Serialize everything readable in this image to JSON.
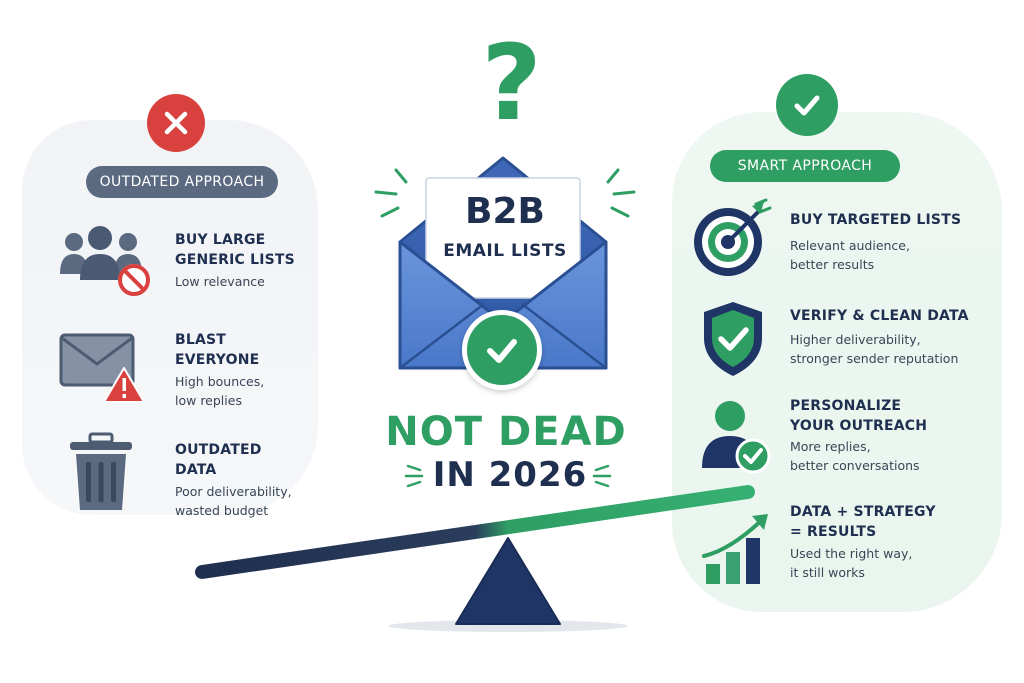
{
  "center": {
    "question_mark": "?",
    "letter_title": "B2B",
    "letter_subtitle": "EMAIL LISTS",
    "headline_line1": "NOT DEAD",
    "headline_line2": "IN 2026"
  },
  "left": {
    "badge": "OUTDATED APPROACH",
    "items": [
      {
        "title": "BUY LARGE\nGENERIC LISTS",
        "desc": "Low relevance",
        "icon": "people-banned-icon"
      },
      {
        "title": "BLAST\nEVERYONE",
        "desc": "High bounces,\nlow replies",
        "icon": "envelope-warning-icon"
      },
      {
        "title": "OUTDATED\nDATA",
        "desc": "Poor deliverability,\nwasted budget",
        "icon": "trash-can-icon"
      }
    ]
  },
  "right": {
    "badge": "SMART APPROACH",
    "items": [
      {
        "title": "BUY TARGETED LISTS",
        "desc": "Relevant audience,\nbetter results",
        "icon": "target-icon"
      },
      {
        "title": "VERIFY & CLEAN DATA",
        "desc": "Higher deliverability,\nstronger sender reputation",
        "icon": "shield-check-icon"
      },
      {
        "title": "PERSONALIZE\nYOUR OUTREACH",
        "desc": "More replies,\nbetter conversations",
        "icon": "person-check-icon"
      },
      {
        "title": "DATA + STRATEGY\n= RESULTS",
        "desc": "Used the right way,\nit still works",
        "icon": "growth-chart-icon"
      }
    ]
  },
  "colors": {
    "green": "#2f9e63",
    "red": "#d9413f",
    "navy": "#1f2f4f",
    "slate": "#5b6a80",
    "blue": "#4a78c9"
  }
}
